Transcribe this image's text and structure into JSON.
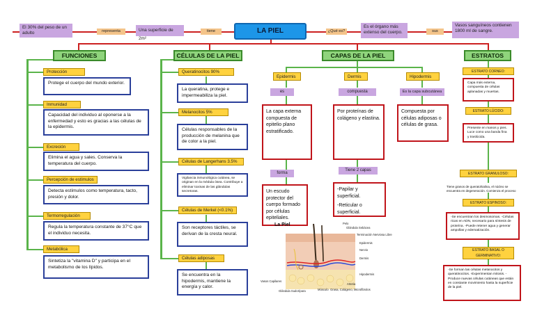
{
  "top": {
    "title": "LA PIEL",
    "left_box": "El 30% del peso de un adulto",
    "left_link": "representa",
    "mid_left_box": "Una superficie de 2m²",
    "mid_link": "tiene",
    "que_es_link": "¿Qué es?",
    "organ_box": "Es el órgano más extenso del cuerpo.",
    "sus_link": "sus",
    "vessels_box": "Vasos sanguíneos contienen 1800 ml de sangre."
  },
  "funciones": {
    "heading": "FUNCIONES",
    "items": [
      {
        "label": "Protección",
        "text": "Protege el cuerpo del mundo exterior."
      },
      {
        "label": "Inmunidad",
        "text": "Capacidad del individuo al oponerse a la enfermedad y esto es gracias a las células de la epidermis."
      },
      {
        "label": "Excreción",
        "text": "Elimina el agua y sales. Conserva la temperatura del cuerpo."
      },
      {
        "label": "Percepción de estímulos",
        "text": "Detecta estímulos como temperatura, tacto, presión y dolor."
      },
      {
        "label": "Termorregulación",
        "text": "Regula la temperatura constante de 37°C que el individuo necesita."
      },
      {
        "label": "Metabólica",
        "text": "Sintetiza la \"vitamina D\" y participa en el metabolismo de los lípidos."
      }
    ]
  },
  "celulas": {
    "heading": "CÉLULAS DE LA PIEL",
    "items": [
      {
        "label": "Queratinocitos 90%",
        "text": "La queratina, protege e impermeabiliza la piel."
      },
      {
        "label": "Melanocitos 5%",
        "text": "Células responsables de la producción de melanina que de color a la piel."
      },
      {
        "label": "Células de Langerhans 3.5%",
        "text": "Vigilancia inmunológica cutánea, se originan en la médula ósea. Contribuye a eliminar toxinas de las glándulas secretoras."
      },
      {
        "label": "Células de Merkel (<0.1%)",
        "text": "Son receptores táctiles, se derivan de la cresta neural."
      },
      {
        "label": "Células adiposas",
        "text": "Se encuentra en la hipodermis, mantiene la energía y calor."
      }
    ]
  },
  "capas": {
    "heading": "CAPAS DE LA PIEL",
    "columns": [
      {
        "label": "Epidermis",
        "connector": "es",
        "text": "La capa externa compuesta de epitelio plano estratificado.",
        "connector2": "forma",
        "text2": "Un escudo protector del cuerpo formado por células epiteliales."
      },
      {
        "label": "Dermis",
        "connector": "compuesta",
        "text": "Por proteínas de colágeno y elastina.",
        "connector2": "Tiene 2 capas",
        "text2": [
          "-Papilar y superficial.",
          "-Reticular o superficial."
        ]
      },
      {
        "label": "Hipodermis",
        "connector": "Es la capa subcutánea",
        "text": "Compuesta por células adiposas o células de grasa."
      }
    ]
  },
  "estratos": {
    "heading": "ESTRATOS",
    "items": [
      {
        "label": "ESTRATO CORNEO:",
        "text": "Capa más externa, compuesta de células aplanadas y muertas."
      },
      {
        "label": "ESTRATO LÚCIDO:",
        "text": "Presente en manos y pies. Luce como una banda fina y traslúcida."
      },
      {
        "label": "ESTRATO GRANULOSO:",
        "text": "Tiene granos de queratohialina, el núcleo se encuentra en degeneración. Comienza el proceso de queratinización."
      },
      {
        "label": "ESTRATO ESPINOSO:",
        "text": "-Se encuentran los desmosomas. -Células ricas en ADN, necesario para síntesis de proteína. -Puede retener agua y generar ampollas y edematización."
      },
      {
        "label": "ESTRATO BASAL O GERMINATIVO:",
        "text": "-Se forman las células melanocitos y queratinocitos. -Experimentan mitosis. -Produce nuevas células cutáneas que están en constante movimiento hasta la superficie de la piel."
      }
    ]
  },
  "figure": {
    "title": "La Piel",
    "labels": [
      "Pelo",
      "Glándula Sebácea",
      "Terminación Nerviosa Libre",
      "Epidermis",
      "Nervio",
      "Dermis",
      "Hipodermis",
      "Arteria",
      "Grasa, Colágeno, Microfibrolos",
      "Vasos Capilares",
      "Glándula Sudorípara",
      "Músculo"
    ]
  },
  "colors": {
    "title_bg": "#1d96e8",
    "heading_green": "#8fd47c",
    "label_yellow": "#ffd23f",
    "link_orange": "#f4c48a",
    "box_lavender": "#c9a6e0",
    "border_blue": "#2a3f9a",
    "border_red": "#c0141a"
  }
}
